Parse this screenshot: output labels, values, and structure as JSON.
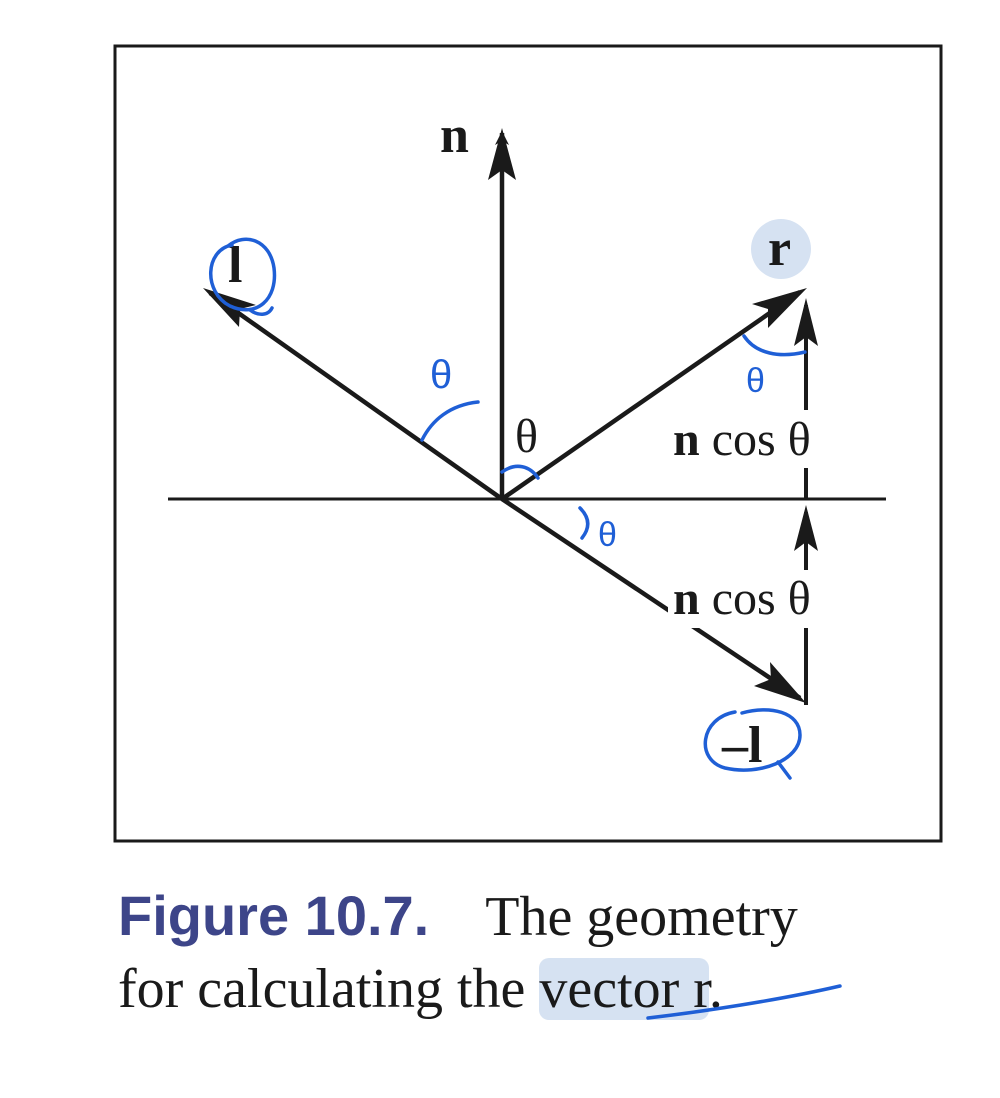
{
  "labels": {
    "n": "n",
    "l": "l",
    "r": "r",
    "neg_l": "–l",
    "theta": "θ",
    "n_cos_theta": "n",
    "cos_theta": " cos θ"
  },
  "annotations": {
    "theta": "θ"
  },
  "caption": {
    "figure_label": "Figure 10.7.",
    "text_line1": "The geometry",
    "text_line2": "for calculating the ",
    "highlight": "vector r",
    "period": "."
  },
  "colors": {
    "ink": "#1a1a1a",
    "annotation_blue": "#1f5fd6",
    "highlight": "#d6e2f2",
    "figure_label": "#3d4589"
  }
}
